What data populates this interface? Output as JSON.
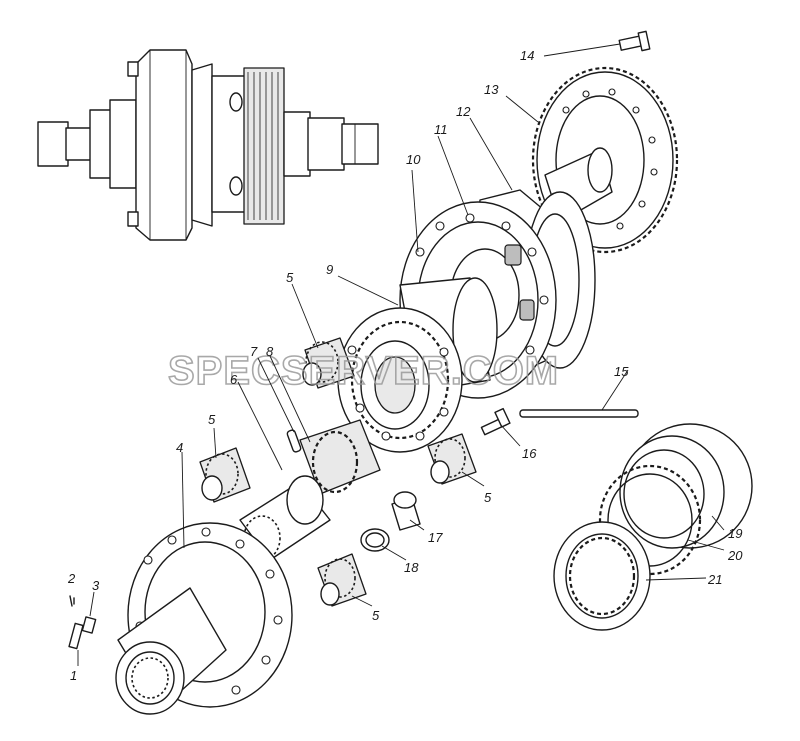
{
  "watermark": "SPECSERVER.COM",
  "callouts": [
    {
      "id": "callout-1",
      "text": "1"
    },
    {
      "id": "callout-2",
      "text": "2"
    },
    {
      "id": "callout-3",
      "text": "3"
    },
    {
      "id": "callout-4",
      "text": "4"
    },
    {
      "id": "callout-5a",
      "text": "5"
    },
    {
      "id": "callout-5b",
      "text": "5"
    },
    {
      "id": "callout-5c",
      "text": "5"
    },
    {
      "id": "callout-5d",
      "text": "5"
    },
    {
      "id": "callout-6",
      "text": "6"
    },
    {
      "id": "callout-7",
      "text": "7"
    },
    {
      "id": "callout-8",
      "text": "8"
    },
    {
      "id": "callout-9",
      "text": "9"
    },
    {
      "id": "callout-10",
      "text": "10"
    },
    {
      "id": "callout-11",
      "text": "11"
    },
    {
      "id": "callout-12",
      "text": "12"
    },
    {
      "id": "callout-13",
      "text": "13"
    },
    {
      "id": "callout-14",
      "text": "14"
    },
    {
      "id": "callout-15",
      "text": "15"
    },
    {
      "id": "callout-16",
      "text": "16"
    },
    {
      "id": "callout-17",
      "text": "17"
    },
    {
      "id": "callout-18",
      "text": "18"
    },
    {
      "id": "callout-19",
      "text": "19"
    },
    {
      "id": "callout-20",
      "text": "20"
    },
    {
      "id": "callout-21",
      "text": "21"
    }
  ]
}
